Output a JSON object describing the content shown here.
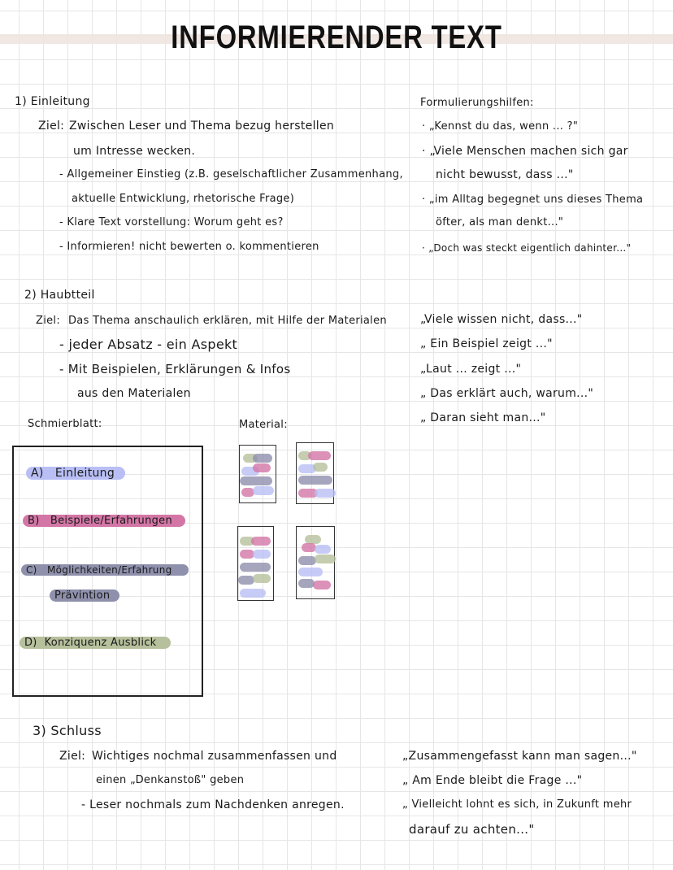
{
  "title": "INFORMIERENDER TEXT",
  "colors": {
    "blue": "#b9bff5",
    "pink": "#d376a6",
    "slate": "#8e90ac",
    "olive": "#b6c09c",
    "title_band": "#efe3de"
  },
  "section1": {
    "heading": "1) Einleitung",
    "ziel_label": "Ziel:",
    "ziel_line1": "Zwischen Leser und Thema bezug herstellen",
    "ziel_line2": "um Intresse wecken.",
    "bullets": [
      "- Allgemeiner Einstieg (z.B. geselschaftlicher Zusammenhang,",
      "aktuelle Entwicklung, rhetorische Frage)",
      "- Klare Text vorstellung: Worum geht es?",
      "- Informieren! nicht bewerten o. kommentieren"
    ]
  },
  "phrases1": {
    "heading": "Formulierungshilfen:",
    "lines": [
      "· „Kennst du das, wenn ... ?\"",
      "· „Viele Menschen machen sich gar",
      "nicht bewusst, dass ...\"",
      "· „im Alltag begegnet uns dieses Thema",
      "öfter, als man denkt...\"",
      "· „Doch was steckt eigentlich dahinter...\""
    ]
  },
  "section2": {
    "heading": "2) Haubtteil",
    "ziel_label": "Ziel:",
    "ziel_line": "Das Thema anschaulich erklären, mit Hilfe der Materialen",
    "bullets": [
      "- jeder Absatz - ein Aspekt",
      "- Mit Beispielen, Erklärungen & Infos",
      "aus den Materialen"
    ]
  },
  "phrases2": {
    "lines": [
      "„Viele wissen nicht, dass...\"",
      "„ Ein Beispiel zeigt ...\"",
      "„Laut ... zeigt ...\"",
      "„ Das erklärt auch, warum...\"",
      "„ Daran sieht man...\""
    ]
  },
  "schmierblatt": {
    "label": "Schmierblatt:",
    "items": [
      {
        "letter": "A)",
        "text": "Einleitung",
        "color": "#b9bff5"
      },
      {
        "letter": "B)",
        "text": "Beispiele/Erfahrungen",
        "color": "#d376a6"
      },
      {
        "letter": "C)",
        "text": "Möglichkeiten/Erfahrung",
        "color": "#8e90ac"
      },
      {
        "letter": "",
        "text": "Prävintion",
        "color": "#8e90ac"
      },
      {
        "letter": "D)",
        "text": "Konziquenz Ausblick",
        "color": "#b6c09c"
      }
    ]
  },
  "material": {
    "label": "Material:"
  },
  "section3": {
    "heading": "3) Schluss",
    "ziel_label": "Ziel:",
    "ziel_line1": "Wichtiges nochmal zusammenfassen und",
    "ziel_line2": "einen „Denkanstoß\" geben",
    "bullets": [
      "- Leser nochmals zum Nachdenken anregen."
    ]
  },
  "phrases3": {
    "lines": [
      "„Zusammengefasst kann man sagen...\"",
      "„ Am Ende bleibt die Frage ...\"",
      "„ Vielleicht lohnt es sich, in Zukunft mehr",
      "darauf zu achten...\""
    ]
  }
}
